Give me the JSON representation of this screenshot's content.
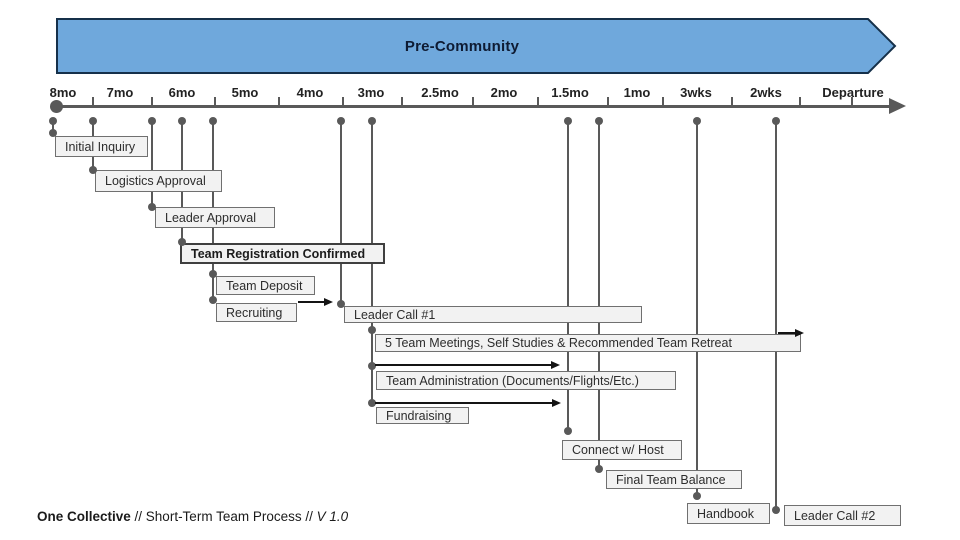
{
  "banner": {
    "title": "Pre-Community"
  },
  "timeline": {
    "labels": [
      {
        "text": "8mo"
      },
      {
        "text": "7mo"
      },
      {
        "text": "6mo"
      },
      {
        "text": "5mo"
      },
      {
        "text": "4mo"
      },
      {
        "text": "3mo"
      },
      {
        "text": "2.5mo"
      },
      {
        "text": "2mo"
      },
      {
        "text": "1.5mo"
      },
      {
        "text": "1mo"
      },
      {
        "text": "3wks"
      },
      {
        "text": "2wks"
      },
      {
        "text": "Departure"
      }
    ]
  },
  "milestones": [
    {
      "label": "Initial Inquiry"
    },
    {
      "label": "Logistics Approval"
    },
    {
      "label": "Leader Approval"
    },
    {
      "label": "Team Registration Confirmed"
    },
    {
      "label": "Team Deposit"
    },
    {
      "label": "Recruiting"
    },
    {
      "label": "Leader Call #1"
    },
    {
      "label": "5 Team Meetings, Self Studies & Recommended Team Retreat"
    },
    {
      "label": "Team Administration (Documents/Flights/Etc.)"
    },
    {
      "label": "Fundraising"
    },
    {
      "label": "Connect w/ Host"
    },
    {
      "label": "Final Team Balance"
    },
    {
      "label": "Handbook"
    },
    {
      "label": "Leader Call #2"
    }
  ],
  "footer": {
    "brand": "One Collective",
    "middle": " // Short-Term Team Process // ",
    "version": "V 1.0"
  },
  "colors": {
    "banner_fill": "#6fa8dc",
    "banner_border": "#15304a",
    "line": "#595959",
    "box_fill": "#f2f2f2",
    "box_border": "#707070",
    "arrow": "#141414"
  }
}
